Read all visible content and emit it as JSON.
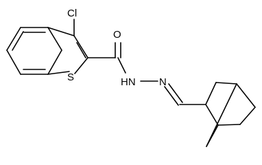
{
  "molecule": {
    "atoms": {
      "chlorine": "Cl",
      "oxygen": "O",
      "sulfur": "S",
      "hydrazide_nh": "HN",
      "imine_n": "N"
    },
    "colors": {
      "bond": "#000000",
      "label": "#000000",
      "background": "#ffffff"
    }
  }
}
